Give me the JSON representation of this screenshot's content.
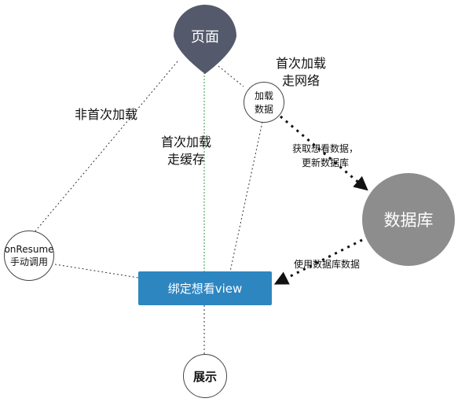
{
  "colors": {
    "page_node": "#545a6b",
    "database_node": "#8d8d8d",
    "bind_box": "#2e86c1",
    "line": "#333333",
    "green_line": "#2e9a3a"
  },
  "nodes": {
    "page": "页面",
    "load_data": "加载\n数据",
    "database": "数据库",
    "on_resume": "onResume\n手动调用",
    "bind": "绑定想看view",
    "show": "展示"
  },
  "edge_labels": {
    "non_first_load": "非首次加载",
    "first_load_cache": "首次加载\n走缓存",
    "first_load_network": "首次加载\n走网络",
    "fetch_update": "获取想看数据，\n更新数据库",
    "use_db_data": "使用数据库数据"
  }
}
